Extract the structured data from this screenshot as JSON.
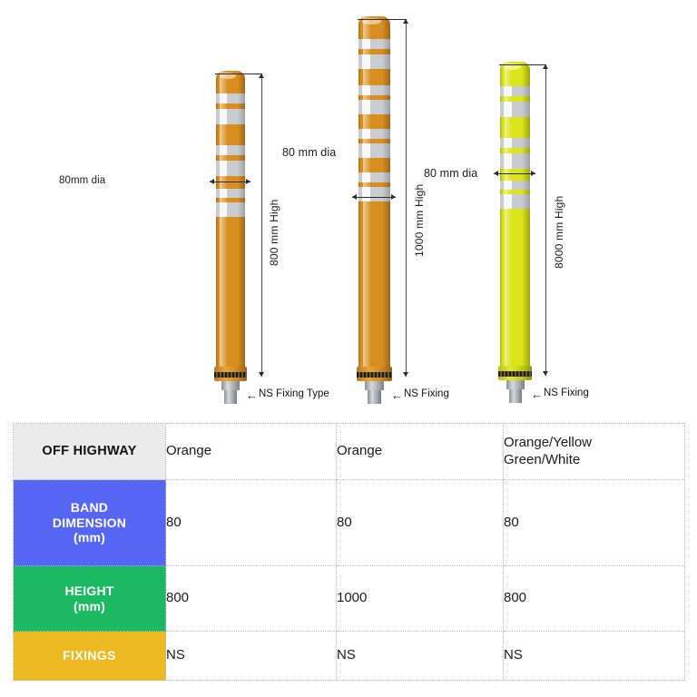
{
  "diagram": {
    "bollards": [
      {
        "id": "bollard-1",
        "color_name": "orange",
        "body_color": "#d98f20",
        "dia_label": "80mm dia",
        "height_label": "800 mm High",
        "fixing_label": "NS Fixing Type"
      },
      {
        "id": "bollard-2",
        "color_name": "orange",
        "body_color": "#d98f20",
        "dia_label": "80 mm dia",
        "height_label": "1000 mm High",
        "fixing_label": "NS Fixing"
      },
      {
        "id": "bollard-3",
        "color_name": "yellow-green",
        "body_color": "#dbe519",
        "dia_label": "80 mm dia",
        "height_label": "8000 mm High",
        "fixing_label": "NS Fixing"
      }
    ],
    "band_color": "#c9cdd1"
  },
  "table": {
    "rows": [
      {
        "header": "OFF HIGHWAY",
        "header_color": "#ebebeb",
        "values": [
          "Orange",
          "Orange",
          "Orange/Yellow\nGreen/White"
        ]
      },
      {
        "header": "BAND\nDIMENSION\n(mm)",
        "header_line1": "BAND",
        "header_line2": "DIMENSION",
        "header_line3": "(mm)",
        "header_color": "#5566f5",
        "values": [
          "80",
          "80",
          "80"
        ]
      },
      {
        "header": "HEIGHT\n(mm)",
        "header_line1": "HEIGHT",
        "header_line2": "(mm)",
        "header_color": "#1bba62",
        "values": [
          "800",
          "1000",
          "800"
        ]
      },
      {
        "header": "FIXINGS",
        "header_color": "#edb921",
        "values": [
          "NS",
          "NS",
          "NS"
        ]
      }
    ],
    "col3_line1": "Orange/Yellow",
    "col3_line2": "Green/White"
  }
}
